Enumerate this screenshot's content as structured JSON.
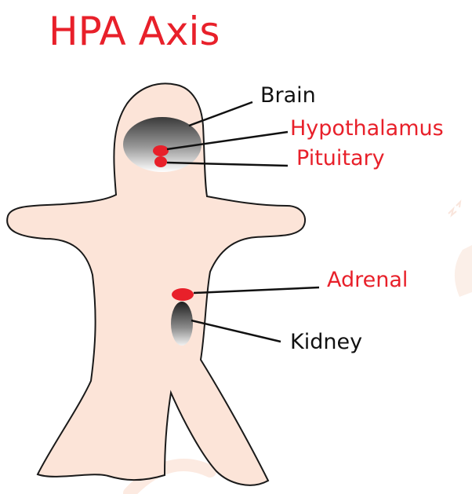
{
  "title": "HPA Axis",
  "labels": {
    "brain": "Brain",
    "hypothalamus": "Hypothalamus",
    "pituitary": "Pituitary",
    "adrenal": "Adrenal",
    "kidney": "Kidney"
  },
  "colors": {
    "title": "#e8202a",
    "highlight_label": "#e8202a",
    "plain_label": "#111111",
    "body_fill": "#fce4d8",
    "body_stroke": "#1a1a1a",
    "gland_fill": "#e8202a",
    "organ_gradient_dark": "#1a1a1a",
    "organ_gradient_light": "#ffffff",
    "leader_line": "#111111"
  }
}
